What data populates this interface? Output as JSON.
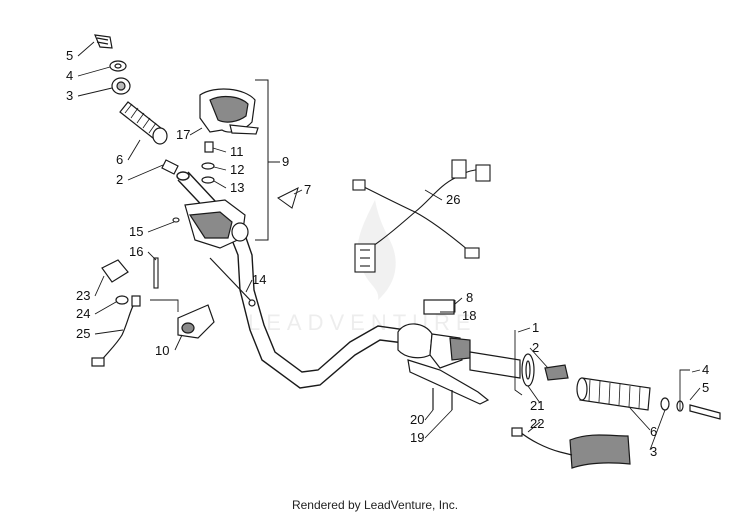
{
  "diagram": {
    "callouts": {
      "c5a": "5",
      "c4a": "4",
      "c3a": "3",
      "c6a": "6",
      "c2a": "2",
      "c17": "17",
      "c11": "11",
      "c12": "12",
      "c13": "13",
      "c9": "9",
      "c7": "7",
      "c26": "26",
      "c15": "15",
      "c16": "16",
      "c14": "14",
      "c23": "23",
      "c24": "24",
      "c25": "25",
      "c10": "10",
      "c8": "8",
      "c18": "18",
      "c1": "1",
      "c2b": "2",
      "c4b": "4",
      "c5b": "5",
      "c20": "20",
      "c19": "19",
      "c21": "21",
      "c22": "22",
      "c6b": "6",
      "c3b": "3"
    },
    "watermark": "LEADVENTURE",
    "footer": "Rendered by LeadVenture, Inc."
  },
  "colors": {
    "line": "#1a1a1a",
    "fill": "#ffffff",
    "shade": "#8a8a8a",
    "watermark": "#dcdcdc"
  }
}
